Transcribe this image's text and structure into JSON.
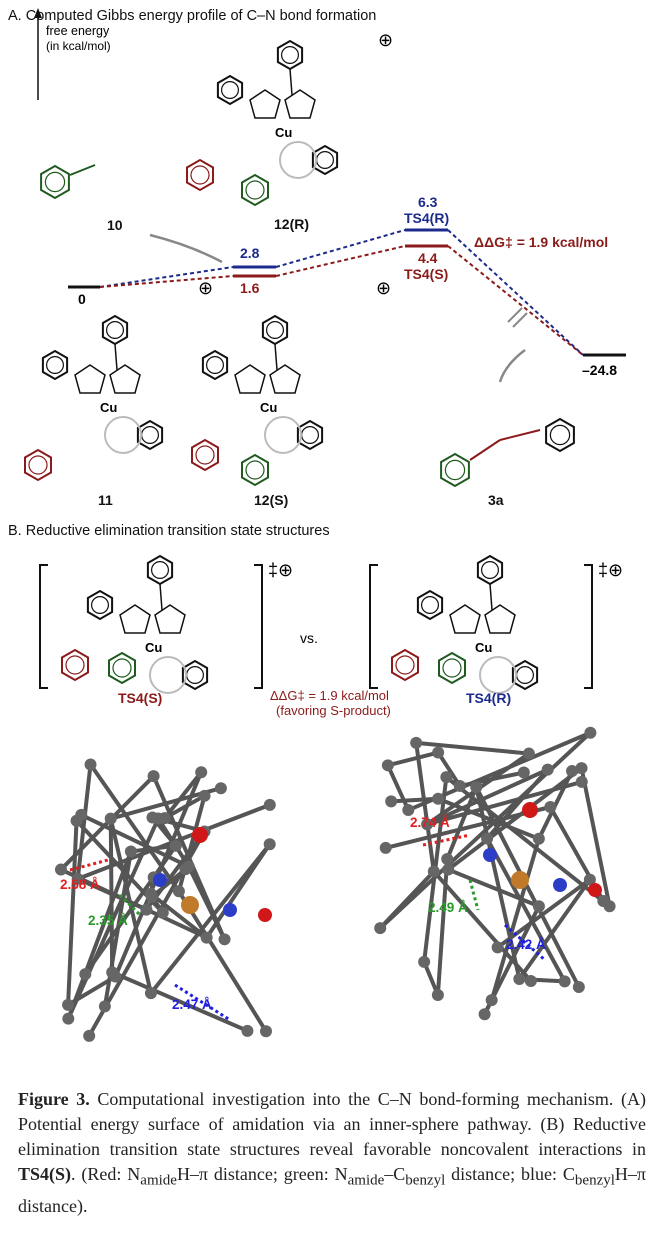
{
  "panel_a": {
    "title": "A. Computed Gibbs energy profile of C–N bond formation",
    "axis_label_line1": "free energy",
    "axis_label_line2": "(in kcal/mol)",
    "levels": {
      "start": "0",
      "int_r": "2.8",
      "int_s": "1.6",
      "ts_r_value": "6.3",
      "ts_r_name": "TS4(R)",
      "ts_s_value": "4.4",
      "ts_s_name": "TS4(S)",
      "product": "–24.8"
    },
    "ddg": "ΔΔG‡ = 1.9 kcal/mol",
    "compounds": {
      "c10": "10",
      "c12r": "12(R)",
      "c11": "11",
      "c12s": "12(S)",
      "c3a": "3a"
    },
    "charge": "⊕",
    "colors": {
      "blue": "#1c2a8c",
      "red": "#8b1a1a",
      "green": "#1f5a1f",
      "gray": "#999999"
    }
  },
  "panel_b": {
    "title": "B. Reductive elimination transition state structures",
    "ts_s_label": "TS4(S)",
    "ts_r_label": "TS4(R)",
    "vs": "vs.",
    "charge": "‡⊕",
    "ddg_line1": "ΔΔG‡ = 1.9 kcal/mol",
    "ddg_line2": "(favoring S-product)",
    "distances_s": {
      "red": "2.58 Å",
      "green": "2.35 Å",
      "blue": "2.47 Å"
    },
    "distances_r": {
      "red": "2.74 Å",
      "green": "2.49 Å",
      "blue": "2.42 Å"
    }
  },
  "caption": {
    "label": "Figure 3.",
    "text1": " Computational investigation into the C–N bond-forming mechanism. (A) Potential energy surface of amidation via an inner-sphere pathway. (B) Reductive elimination transition state structures reveal favorable noncovalent interactions in ",
    "bold_ts": "TS4(S)",
    "text2": ". (Red: N",
    "sub_amide": "amide",
    "text3": "H–π distance; green: N",
    "sub_amide2": "amide",
    "text4": "–C",
    "sub_benzyl": "benzyl",
    "text5": " distance; blue: C",
    "sub_benzyl2": "benzyl",
    "text6": "H–π distance)."
  }
}
